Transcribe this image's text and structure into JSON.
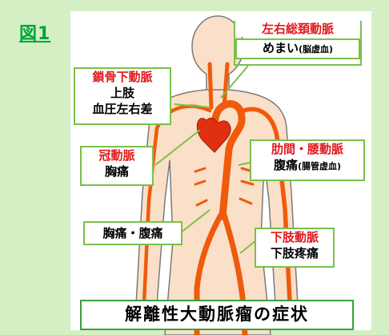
{
  "figure_label": "図1",
  "callouts": {
    "carotid": {
      "title": "左右総頚動脈",
      "symptom": "めまい",
      "note": "(脳虚血)"
    },
    "subclavian": {
      "title": "鎖骨下動脈",
      "symptom_line1": "上肢",
      "symptom_line2": "血圧左右差"
    },
    "coronary": {
      "title": "冠動脈",
      "symptom": "胸痛"
    },
    "intercostal": {
      "title": "肋間・腰動脈",
      "symptom": "腹痛",
      "note": "(腸管虚血)"
    },
    "chest_abdomen": {
      "symptom": "胸痛・腹痛"
    },
    "lower_limb": {
      "title": "下肢動脈",
      "symptom": "下肢疼痛"
    }
  },
  "bottom_title": "解離性大動脈瘤の症状",
  "colors": {
    "background": "#d5efc5",
    "callout_border": "#7bc04a",
    "title_red": "#e1181c",
    "body_skin": "#fae0c8",
    "body_outline": "#7a7a7a",
    "artery": "#ef5a0c",
    "heart": "#e03010"
  }
}
